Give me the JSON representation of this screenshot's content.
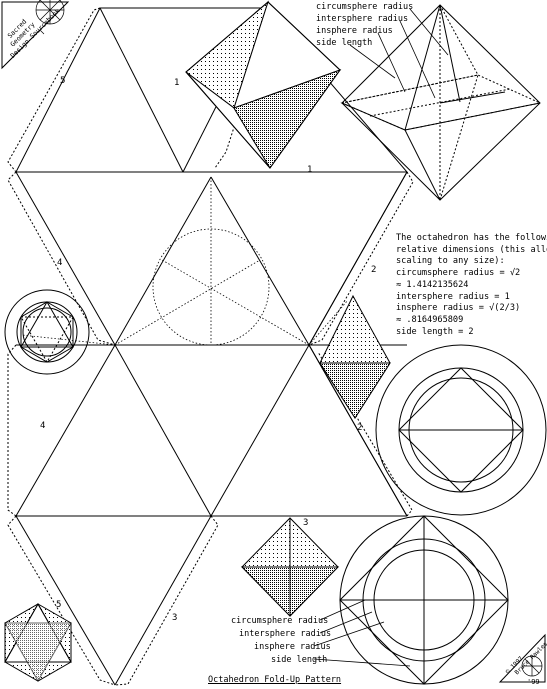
{
  "caption": "Octahedron Fold-Up Pattern",
  "edge_labels": {
    "one_a": "1",
    "one_b": "1",
    "two_a": "2",
    "two_b": "2",
    "three_a": "3",
    "three_b": "3",
    "four_a": "4",
    "four_b": "4",
    "five_a": "5",
    "five_b": "5"
  },
  "top_callouts": {
    "circumsphere": "circumsphere radius",
    "intersphere": "intersphere radius",
    "insphere": "insphere radius",
    "side": "side length"
  },
  "bottom_callouts": {
    "circumsphere": "circumsphere radius",
    "intersphere": "intersphere radius",
    "insphere": "insphere radius",
    "side": "side length"
  },
  "info_lines": [
    "The octahedron has the following",
    "relative dimensions (this allows",
    "scaling to any size):",
    "circumsphere radius = √2",
    "≈ 1.4142135624",
    "intersphere radius  = 1",
    "insphere radius = √(2/3)",
    "≈ .8164965809",
    "side length = 2"
  ],
  "badge_top_left": [
    "Sacred",
    "Geometry",
    "Design Sourcebook"
  ],
  "badge_bottom_right": [
    "© 1997",
    "Bruce Rawles"
  ],
  "badge_year": "'99"
}
